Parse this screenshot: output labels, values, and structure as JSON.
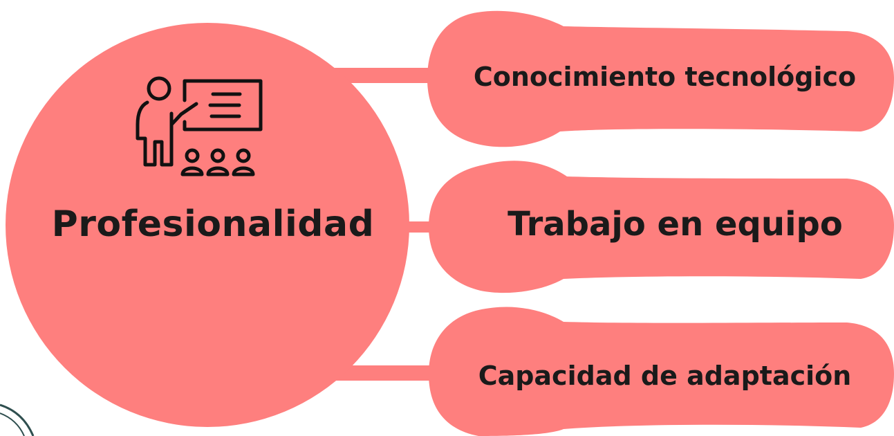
{
  "colors": {
    "fill": "#fe7f7e",
    "text": "#1a1a1a",
    "icon": "#111111",
    "corner_ring": "#2f4f4f"
  },
  "central_node": {
    "title": "Profesionalidad",
    "icon": "teacher-presenting-icon"
  },
  "branches": [
    {
      "label": "Conocimiento tecnológico"
    },
    {
      "label": "Trabajo en equipo"
    },
    {
      "label": "Capacidad de adaptación"
    }
  ]
}
